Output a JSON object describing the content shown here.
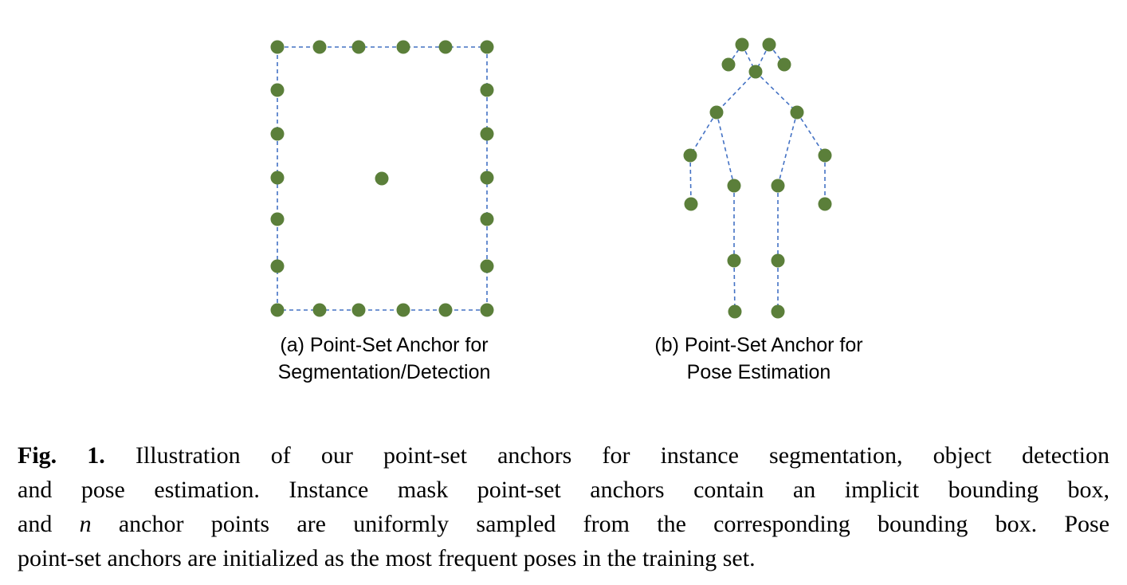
{
  "figure": {
    "colors": {
      "point": "#5b7f3a",
      "line": "#4472c4"
    },
    "panel_a": {
      "caption_line1": "(a) Point-Set Anchor for",
      "caption_line2": "Segmentation/Detection"
    },
    "panel_b": {
      "caption_line1": "(b) Point-Set Anchor for",
      "caption_line2": "Pose Estimation"
    }
  },
  "caption": {
    "label": "Fig. 1.",
    "line1": "Illustration of our point-set anchors for instance segmentation, object detection",
    "line2": "and pose estimation. Instance mask point-set anchors contain an implicit bounding box,",
    "line3_pre": "and",
    "line3_var": "n",
    "line3_post": "anchor points are uniformly sampled from the corresponding bounding box. Pose",
    "line4": "point-set anchors are initialized as the most frequent poses in the training set."
  }
}
